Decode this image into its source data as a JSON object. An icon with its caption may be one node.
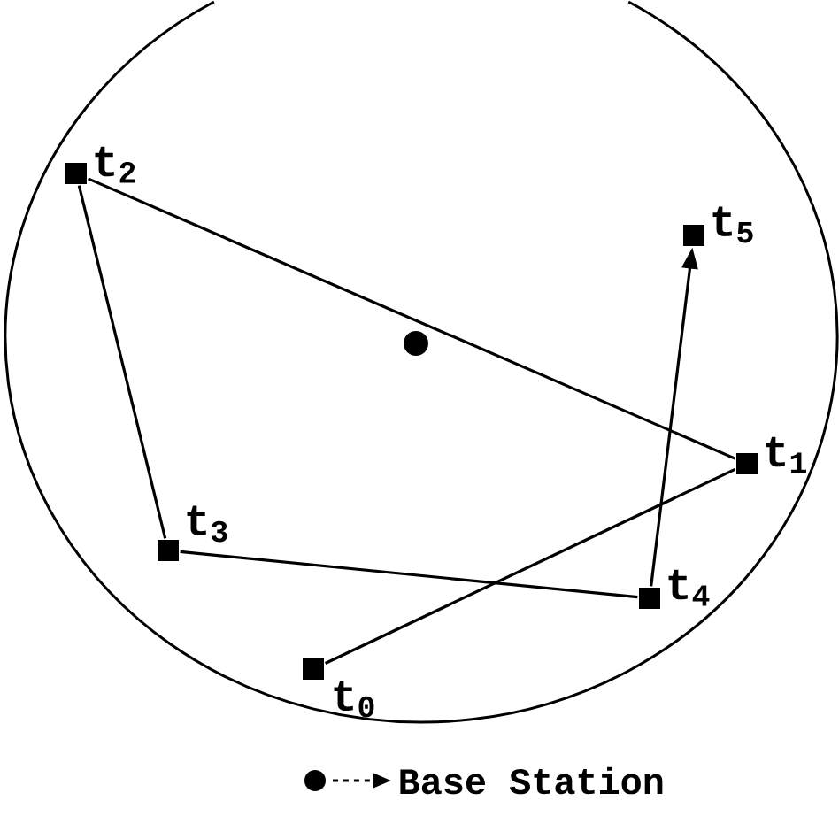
{
  "diagram": {
    "nodes": [
      {
        "text": [],
        "shape": "box",
        "beside": [
          "t$_{0}$"
        ]
      },
      {
        "text": [],
        "shape": "box",
        "beside": [
          "t$_{1}$"
        ]
      },
      {
        "text": [],
        "shape": "box",
        "beside": [
          "t$_{2}$"
        ]
      },
      {
        "text": [],
        "shape": "box",
        "beside": [
          "t$_{3}$"
        ]
      },
      {
        "text": [],
        "shape": "box",
        "beside": [
          "t$_{4}$"
        ]
      },
      {
        "text": [],
        "shape": "box",
        "beside": [
          "t$_{5}$"
        ]
      }
    ],
    "edges": [
      {
        "from": 0,
        "to": 1,
        "arrow": "none"
      },
      {
        "from": 1,
        "to": 2,
        "arrow": "none"
      },
      {
        "from": 2,
        "to": 3,
        "arrow": "none"
      },
      {
        "from": 3,
        "to": 4,
        "arrow": "none"
      },
      {
        "from": 4,
        "to": 5,
        "arrow": "to"
      }
    ],
    "legend": [
      {
        "text": "Base Station"
      }
    ]
  }
}
